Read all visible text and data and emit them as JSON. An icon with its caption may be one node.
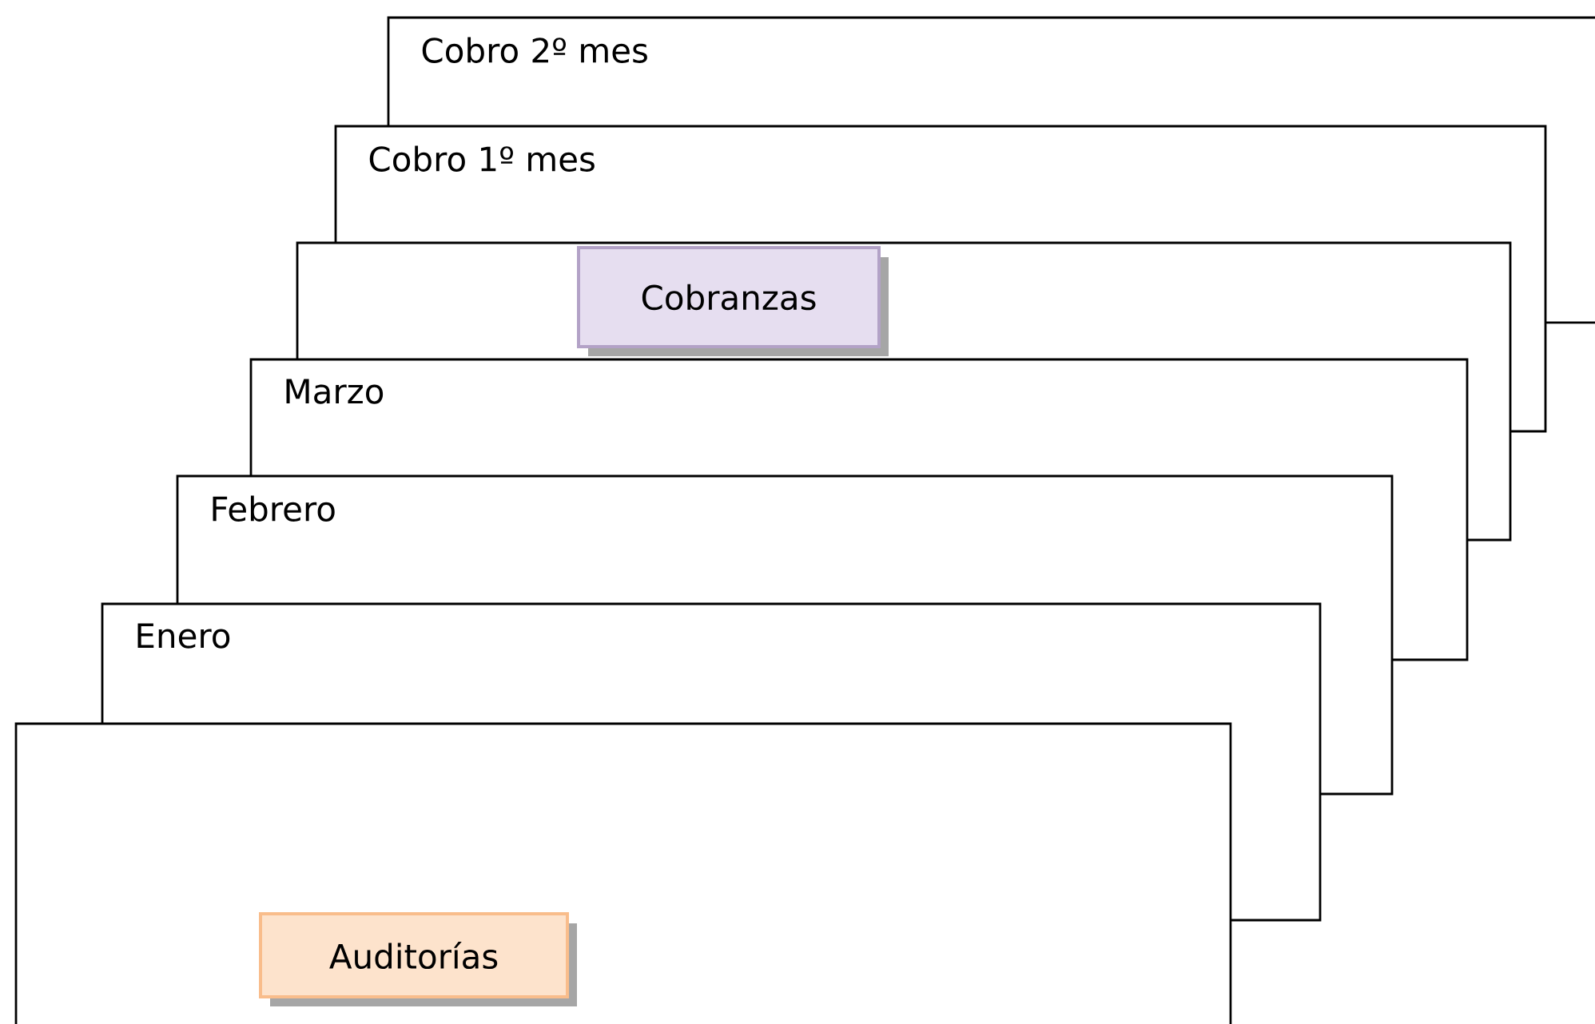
{
  "diagram": {
    "nodes": [
      {
        "text": [
          "Cobro 2º mes"
        ]
      },
      {
        "text": [
          "Cobro 1º mes"
        ]
      },
      {
        "text": [],
        "shape": "box"
      },
      {
        "text": [
          "Cobranzas"
        ],
        "in": 2
      },
      {
        "text": [
          "Marzo"
        ]
      },
      {
        "text": [
          "Febrero"
        ]
      },
      {
        "text": [
          "Enero"
        ]
      },
      {
        "text": [],
        "shape": "box"
      },
      {
        "text": [
          "Auditorías"
        ],
        "in": 7
      }
    ]
  }
}
